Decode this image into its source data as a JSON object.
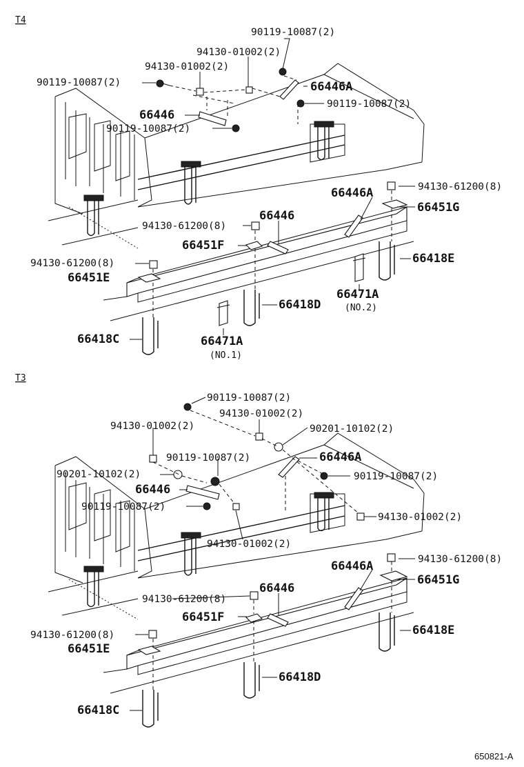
{
  "sections": {
    "t4": {
      "tag": "T4",
      "labels": {
        "l01": "90119-10087(2)",
        "l02": "94130-01002(2)",
        "l03": "94130-01002(2)",
        "l04": "90119-10087(2)",
        "l05": "66446A",
        "l06": "66446",
        "l07": "90119-10087(2)",
        "l08": "90119-10087(2)",
        "l09": "94130-61200(8)",
        "l10": "66446A",
        "l11": "66451G",
        "l12": "94130-61200(8)",
        "l13": "66446",
        "l14": "66451F",
        "l15": "66418E",
        "l16": "94130-61200(8)",
        "l17": "66451E",
        "l18": "66471A",
        "l19": "(NO.2)",
        "l20": "66418D",
        "l21": "66418C",
        "l22": "66471A",
        "l23": "(NO.1)"
      }
    },
    "t3": {
      "tag": "T3",
      "labels": {
        "l01": "90119-10087(2)",
        "l02": "94130-01002(2)",
        "l03": "94130-01002(2)",
        "l04": "90201-10102(2)",
        "l05": "90119-10087(2)",
        "l06": "66446A",
        "l07": "90201-10102(2)",
        "l08": "90119-10087(2)",
        "l09": "66446",
        "l10": "90119-10087(2)",
        "l11": "94130-01002(2)",
        "l12": "94130-01002(2)",
        "l13": "94130-61200(8)",
        "l14": "66446A",
        "l15": "66451G",
        "l16": "94130-61200(8)",
        "l17": "66446",
        "l18": "66451F",
        "l19": "94130-61200(8)",
        "l20": "66451E",
        "l21": "66418E",
        "l22": "66418D",
        "l23": "66418C"
      }
    }
  },
  "reference": "650821-A"
}
